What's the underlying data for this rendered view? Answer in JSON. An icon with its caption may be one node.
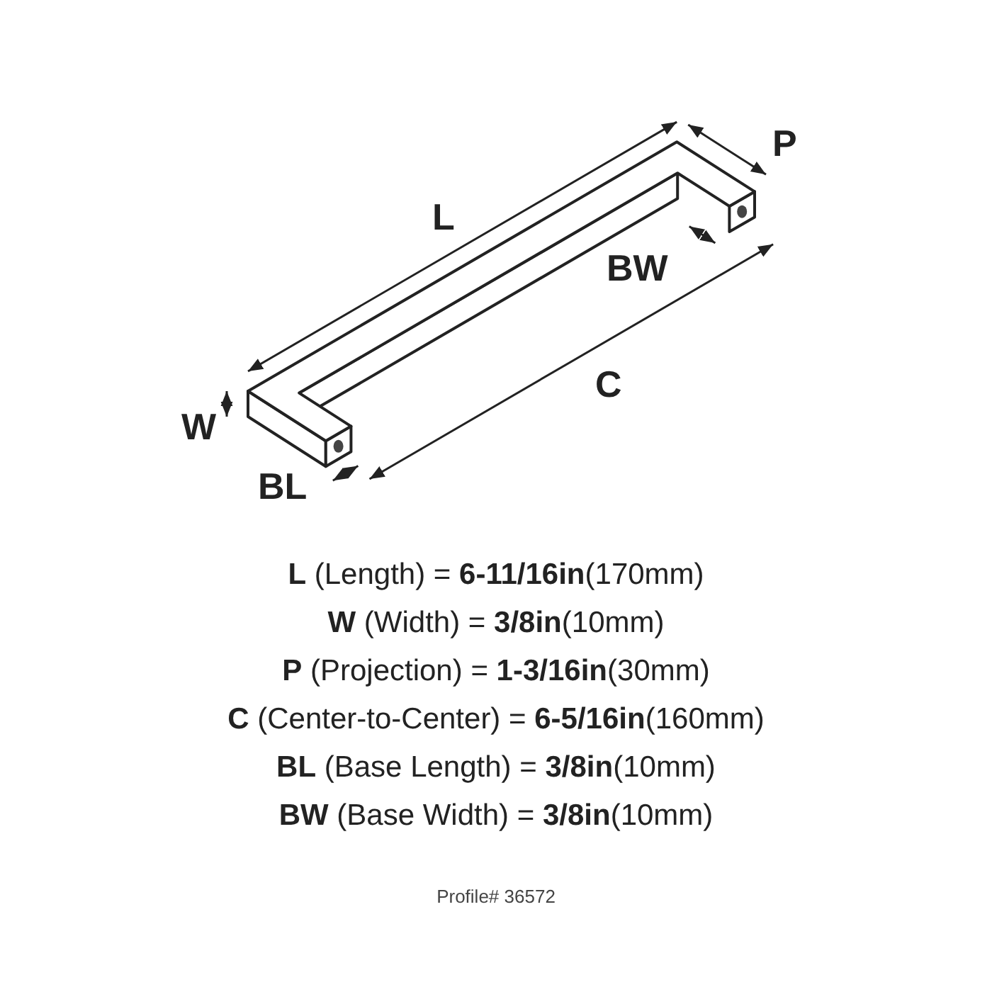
{
  "diagram": {
    "labels": [
      "L",
      "P",
      "BW",
      "C",
      "W",
      "BL",
      "**L** (Length) = **6-11/16in**(170mm)",
      "**W** (Width) = **3/8in**(10mm)",
      "**P** (Projection) = **1-3/16in**(30mm)",
      "**C** (Center-to-Center) = **6-5/16in**(160mm)",
      "**BL** (Base Length) = **3/8in**(10mm)",
      "**BW** (Base Width) = **3/8in**(10mm)",
      "Profile# 36572"
    ]
  }
}
